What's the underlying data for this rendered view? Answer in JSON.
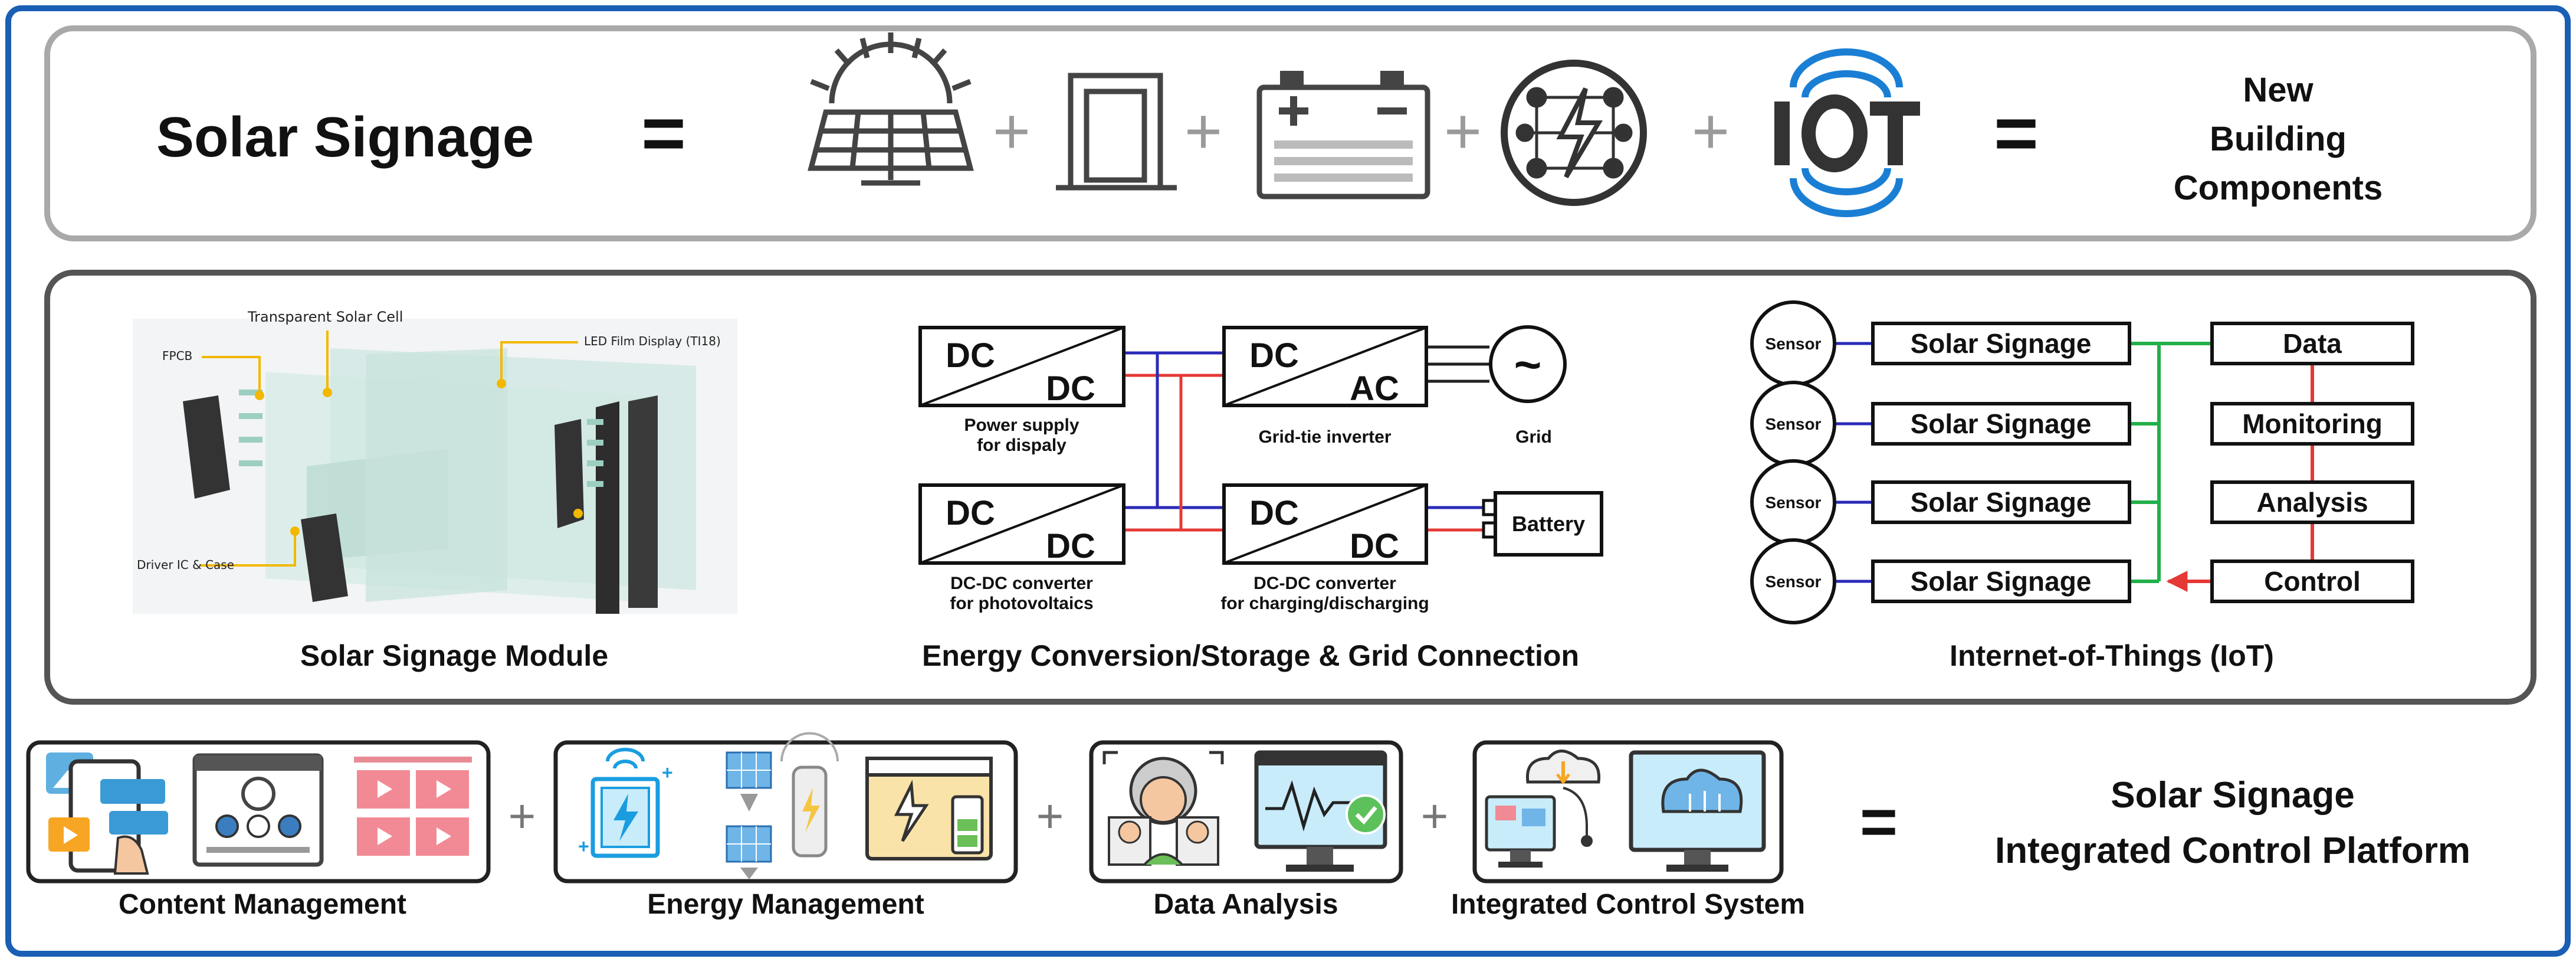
{
  "equation1": {
    "title": "Solar Signage",
    "equals": "=",
    "plus": "+",
    "result_lines": [
      "New",
      "Building",
      "Components"
    ]
  },
  "module": {
    "caption": "Solar Signage Module",
    "callouts": {
      "transparent_solar_cell": "Transparent Solar Cell",
      "fpcb": "FPCB",
      "led_film": "LED Film Display (TI18)",
      "driver": "Driver IC & Case"
    }
  },
  "energy": {
    "caption": "Energy Conversion/Storage & Grid Connection",
    "boxes": [
      {
        "top": "DC",
        "bottom": "DC",
        "label1": "Power supply",
        "label2": "for dispaly"
      },
      {
        "top": "DC",
        "bottom": "AC",
        "label1": "Grid-tie inverter",
        "label2": ""
      },
      {
        "top": "DC",
        "bottom": "DC",
        "label1": "DC-DC converter",
        "label2": "for photovoltaics"
      },
      {
        "top": "DC",
        "bottom": "DC",
        "label1": "DC-DC converter",
        "label2": "for charging/discharging"
      }
    ],
    "grid_symbol": "~",
    "grid_label": "Grid",
    "battery": "Battery",
    "colors": {
      "positive": "#e53935",
      "negative": "#2a2ab8"
    }
  },
  "iot": {
    "caption": "Internet-of-Things (IoT)",
    "sensor": "Sensor",
    "signage": "Solar Signage",
    "steps": [
      "Data",
      "Monitoring",
      "Analysis",
      "Control"
    ],
    "colors": {
      "link": "#22b04a",
      "flow": "#e53935",
      "sensor_link": "#2a2ab8"
    }
  },
  "platform": {
    "modules": [
      "Content Management",
      "Energy Management",
      "Data Analysis",
      "Integrated Control System"
    ],
    "plus": "+",
    "equals": "=",
    "result_lines": [
      "Solar Signage",
      "Integrated Control Platform"
    ]
  },
  "icons": {
    "eq1": [
      "solar-panel-icon",
      "door-icon",
      "battery-icon",
      "smart-grid-icon",
      "iot-icon"
    ],
    "content": [
      "mobile-content-icon",
      "web-profile-icon",
      "video-gallery-icon"
    ],
    "energy": [
      "power-monitor-icon",
      "solar-array-icon",
      "battery-storage-icon"
    ],
    "data": [
      "face-recognition-icon",
      "monitor-chart-icon"
    ],
    "control": [
      "cloud-computer-icon",
      "cloud-monitor-icon"
    ],
    "accent_blue": "#1a7fd4",
    "frame_blue": "#1a5fb4"
  }
}
